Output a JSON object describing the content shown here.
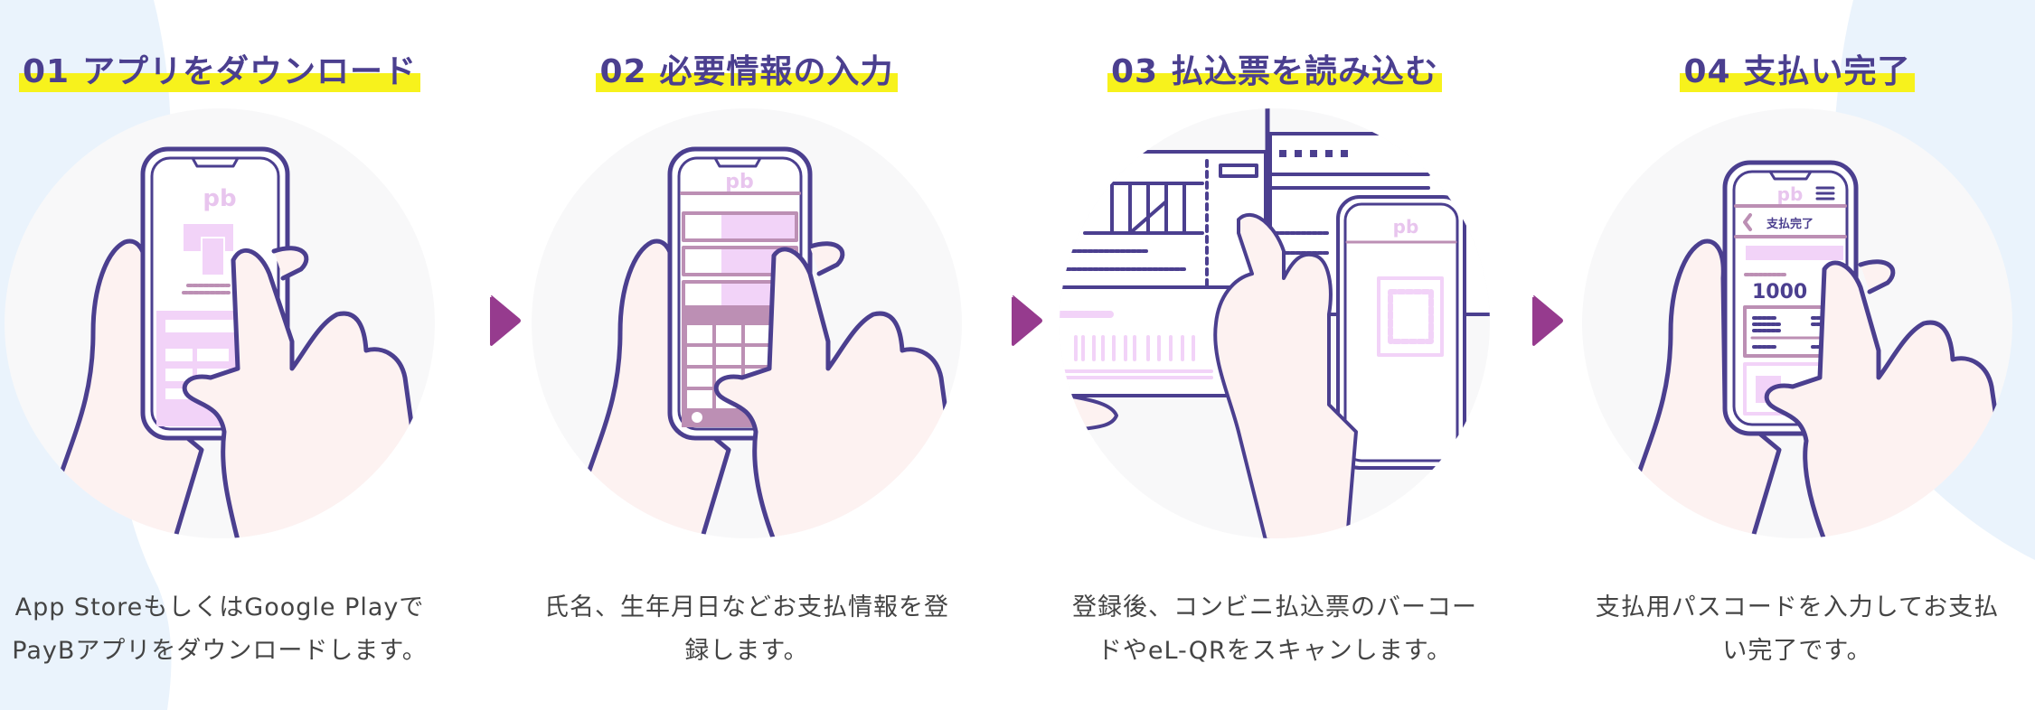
{
  "colors": {
    "heading_text": "#4B3F8F",
    "highlight": "#F7F21C",
    "arrow": "#963B8E",
    "body_text": "#444444",
    "circle_bg": "#F8F8F9",
    "skin": "#FDF2F1",
    "line": "#4B3F8F",
    "screen_accent": "#F2D3F8",
    "screen_mid": "#BC8FB4",
    "bg_blob": "#EAF3FC"
  },
  "steps": [
    {
      "number": "01",
      "title": "アプリをダウンロード",
      "description": "App StoreもしくはGoogle PlayでPayBアプリをダウンロードします。",
      "illustration": "phone-download-illustration",
      "screen": {
        "logo": "pb"
      }
    },
    {
      "number": "02",
      "title": "必要情報の入力",
      "description": "氏名、生年月日などお支払情報を登録します。",
      "illustration": "phone-form-input-illustration",
      "screen": {
        "logo": "pb"
      }
    },
    {
      "number": "03",
      "title": "払込票を読み込む",
      "description": "登録後、コンビニ払込票のバーコードやeL-QRをスキャンします。",
      "illustration": "scan-payment-slip-illustration",
      "screen": {
        "logo": "pb"
      }
    },
    {
      "number": "04",
      "title": "支払い完了",
      "description": "支払用パスコードを入力してお支払い完了です。",
      "illustration": "phone-payment-complete-illustration",
      "screen": {
        "logo": "pb",
        "header": "支払完了",
        "amount": "1000"
      }
    }
  ],
  "arrows": [
    {
      "icon": "arrow-right-icon"
    },
    {
      "icon": "arrow-right-icon"
    },
    {
      "icon": "arrow-right-icon"
    }
  ]
}
